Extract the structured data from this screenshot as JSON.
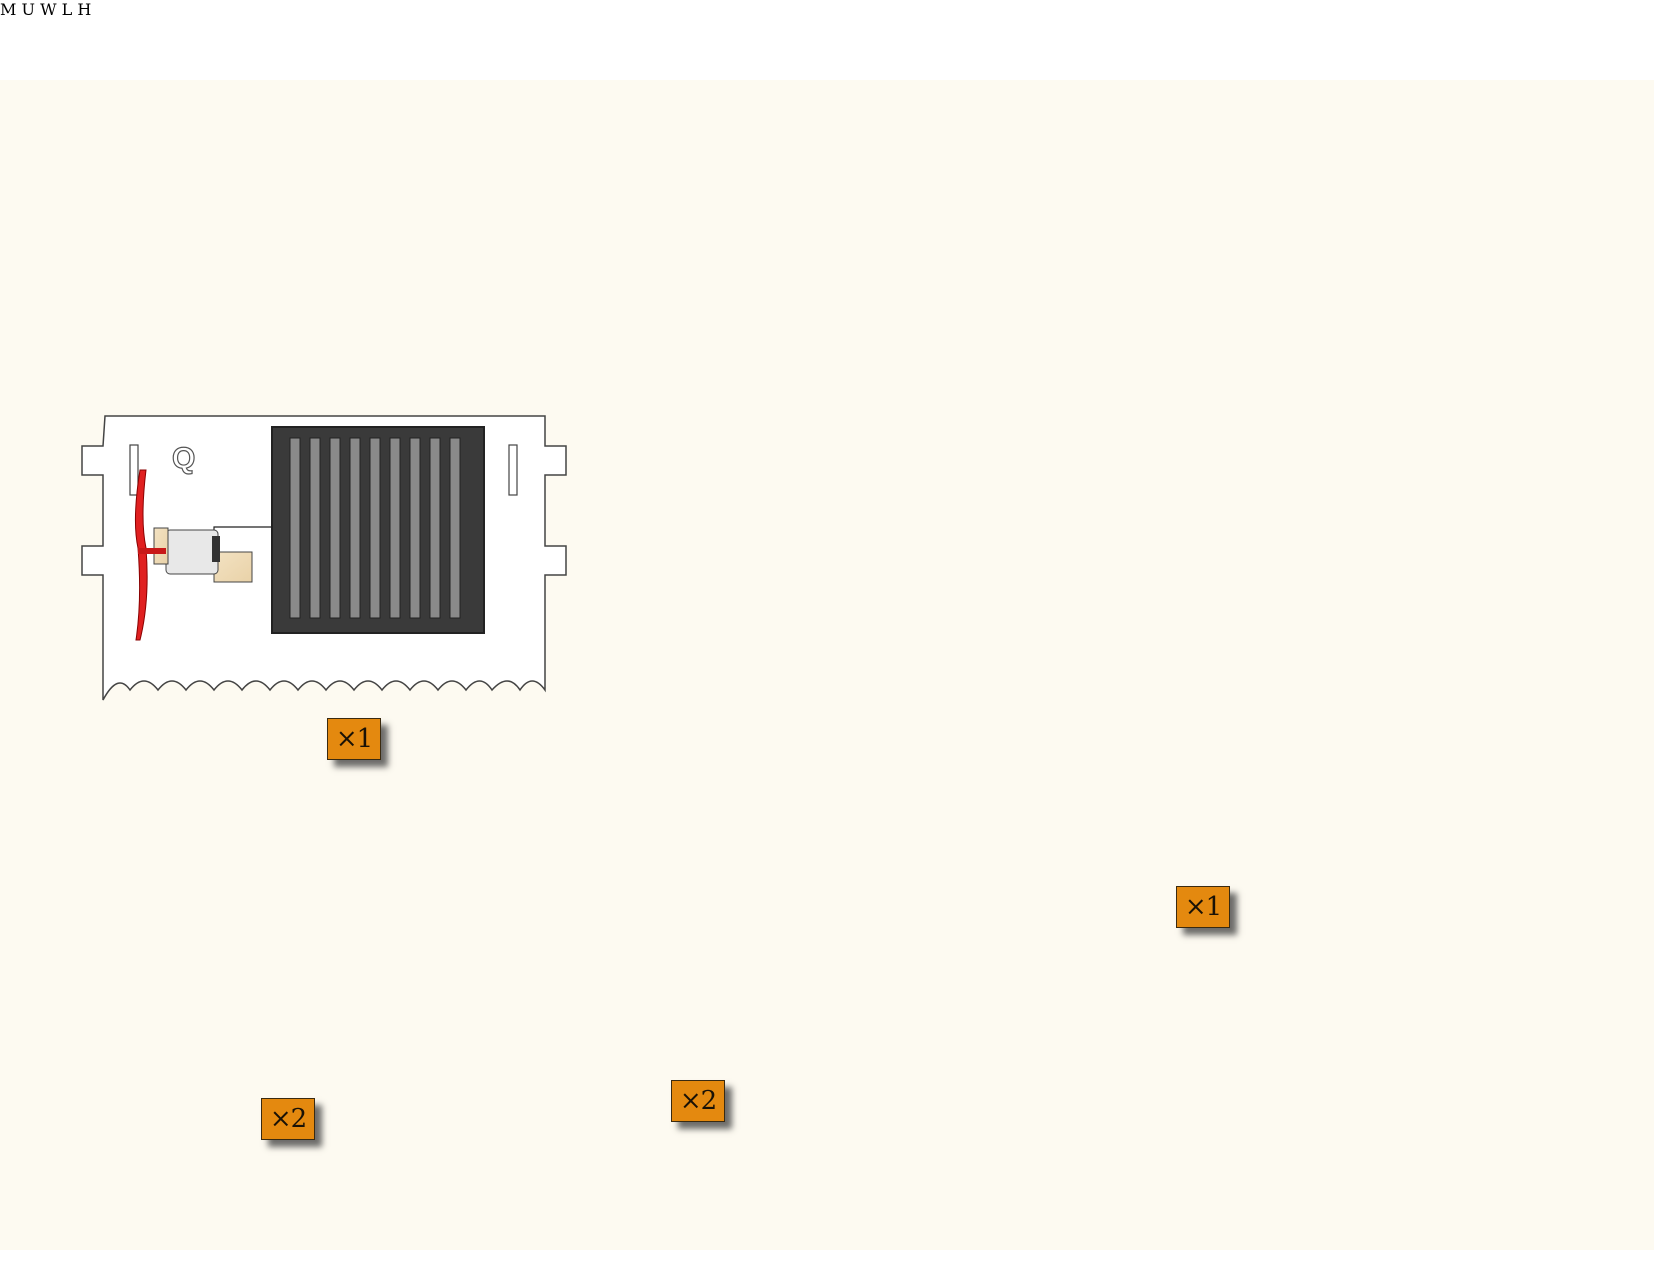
{
  "panel_q": {
    "letter": "Q",
    "quantity": "×1"
  },
  "assembly": {
    "letters": {
      "l": "L",
      "w": "W",
      "u": "U",
      "m": "M",
      "h": "H"
    },
    "quantity": "×1"
  },
  "roof_strips": {
    "quantity": "×2"
  },
  "connector_pins": {
    "quantity": "×2"
  },
  "colors": {
    "wood": "#f0dcb8",
    "sheet": "#fdfaf1",
    "badge": "#e4890f",
    "lcd": "#1a2ee8"
  }
}
